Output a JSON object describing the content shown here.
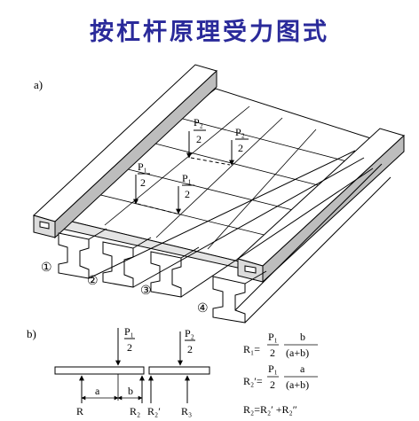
{
  "title": "按杠杆原理受力图式",
  "part_a": {
    "label": "a)",
    "loads": [
      {
        "num": "P₂",
        "den": "2"
      },
      {
        "num": "P₂",
        "den": "2"
      },
      {
        "num": "P₁",
        "den": "2"
      },
      {
        "num": "P₁",
        "den": "2"
      }
    ],
    "beam_labels": [
      "①",
      "②",
      "③",
      "④"
    ]
  },
  "part_b": {
    "label": "b)",
    "load1": {
      "num": "P₁",
      "den": "2"
    },
    "load2": {
      "num": "P₂",
      "den": "2"
    },
    "dim_a": "a",
    "dim_b": "b",
    "reactions": [
      "R",
      "R₂",
      "R₂′",
      "R₃"
    ],
    "formulas": [
      {
        "lhs": "R₁=",
        "load_num": "P₁",
        "load_den": "2",
        "num": "b",
        "den": "(a+b)"
      },
      {
        "lhs": "R₂′=",
        "load_num": "P₁",
        "load_den": "2",
        "num": "a",
        "den": "(a+b)"
      }
    ],
    "formula3": "R₂=R₂′ +R₂″"
  }
}
